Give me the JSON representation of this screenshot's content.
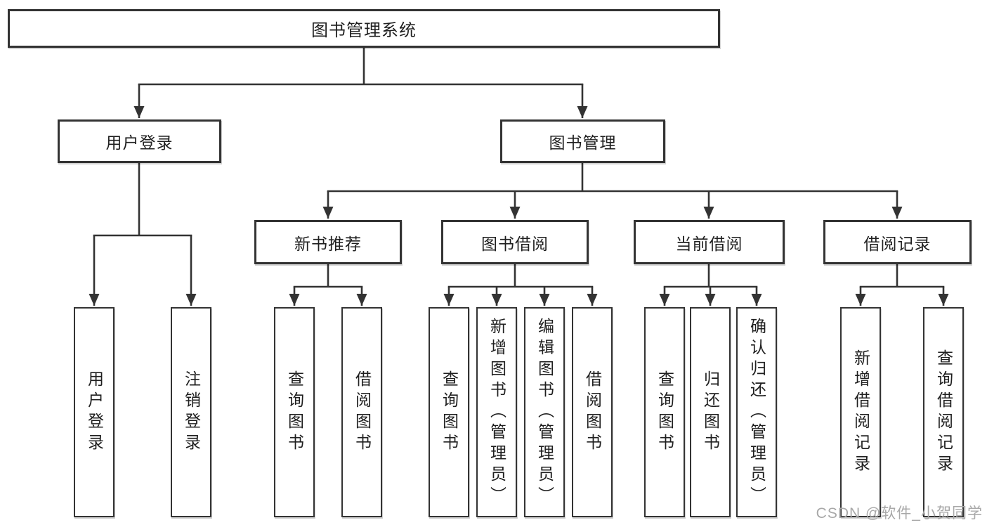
{
  "colors": {
    "line": "#333333",
    "box_fill": "#ffffff",
    "text": "#1f1f1f",
    "watermark": "#a8a8a8"
  },
  "diagram": {
    "root": {
      "label": "图书管理系统"
    },
    "branches": {
      "user_login": {
        "label": "用户登录",
        "children": [
          "用户登录",
          "注销登录"
        ]
      },
      "book_management": {
        "label": "图书管理"
      }
    },
    "modules": [
      {
        "label": "新书推荐",
        "children": [
          "查询图书",
          "借阅图书"
        ]
      },
      {
        "label": "图书借阅",
        "children": [
          "查询图书",
          "新增图书（管理员）",
          "编辑图书（管理员）",
          "借阅图书"
        ]
      },
      {
        "label": "当前借阅",
        "children": [
          "查询图书",
          "归还图书",
          "确认归还（管理员）"
        ]
      },
      {
        "label": "借阅记录",
        "children": [
          "新增借阅记录",
          "查询借阅记录"
        ]
      }
    ]
  },
  "watermark": {
    "text": "CSDN @软件_小贺同学"
  }
}
